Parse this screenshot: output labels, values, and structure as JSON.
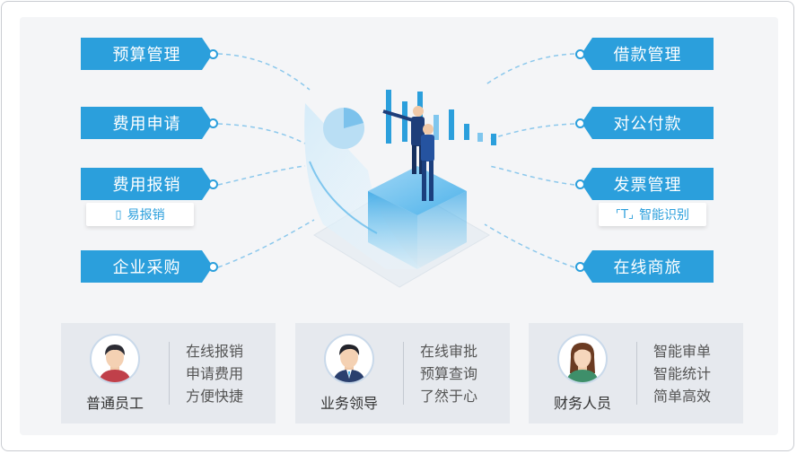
{
  "left_modules": [
    "预算管理",
    "费用申请",
    "费用报销",
    "企业采购"
  ],
  "right_modules": [
    "借款管理",
    "对公付款",
    "发票管理",
    "在线商旅"
  ],
  "sub_labels": {
    "reimburse": "易报销",
    "invoice": "智能识别"
  },
  "roles": [
    {
      "name": "普通员工",
      "lines": [
        "在线报销",
        "申请费用",
        "方便快捷"
      ]
    },
    {
      "name": "业务领导",
      "lines": [
        "在线审批",
        "预算查询",
        "了然于心"
      ]
    },
    {
      "name": "财务人员",
      "lines": [
        "智能审单",
        "智能统计",
        "简单高效"
      ]
    }
  ],
  "colors": {
    "accent": "#2b9fdc",
    "card_bg": "#e6e9ee",
    "panel_bg": "#f4f5f7"
  },
  "icons": {
    "reimburse": "phone-icon",
    "invoice": "ocr-scan-icon"
  }
}
